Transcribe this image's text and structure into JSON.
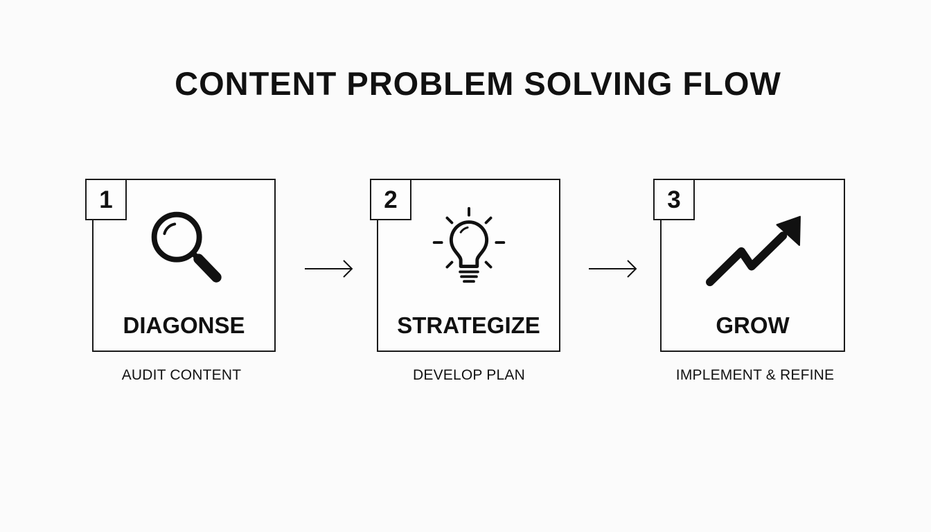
{
  "title": "CONTENT PROBLEM SOLVING FLOW",
  "steps": [
    {
      "number": "1",
      "name": "DIAGONSE",
      "caption": "AUDIT CONTENT",
      "icon": "magnifying-glass-icon"
    },
    {
      "number": "2",
      "name": "STRATEGIZE",
      "caption": "DEVELOP PLAN",
      "icon": "lightbulb-icon"
    },
    {
      "number": "3",
      "name": "GROW",
      "caption": "IMPLEMENT & REFINE",
      "icon": "trend-up-arrow-icon"
    }
  ],
  "connectors": [
    "arrow-right-icon",
    "arrow-right-icon"
  ],
  "colors": {
    "background": "#fbfbfb",
    "ink": "#111111"
  }
}
